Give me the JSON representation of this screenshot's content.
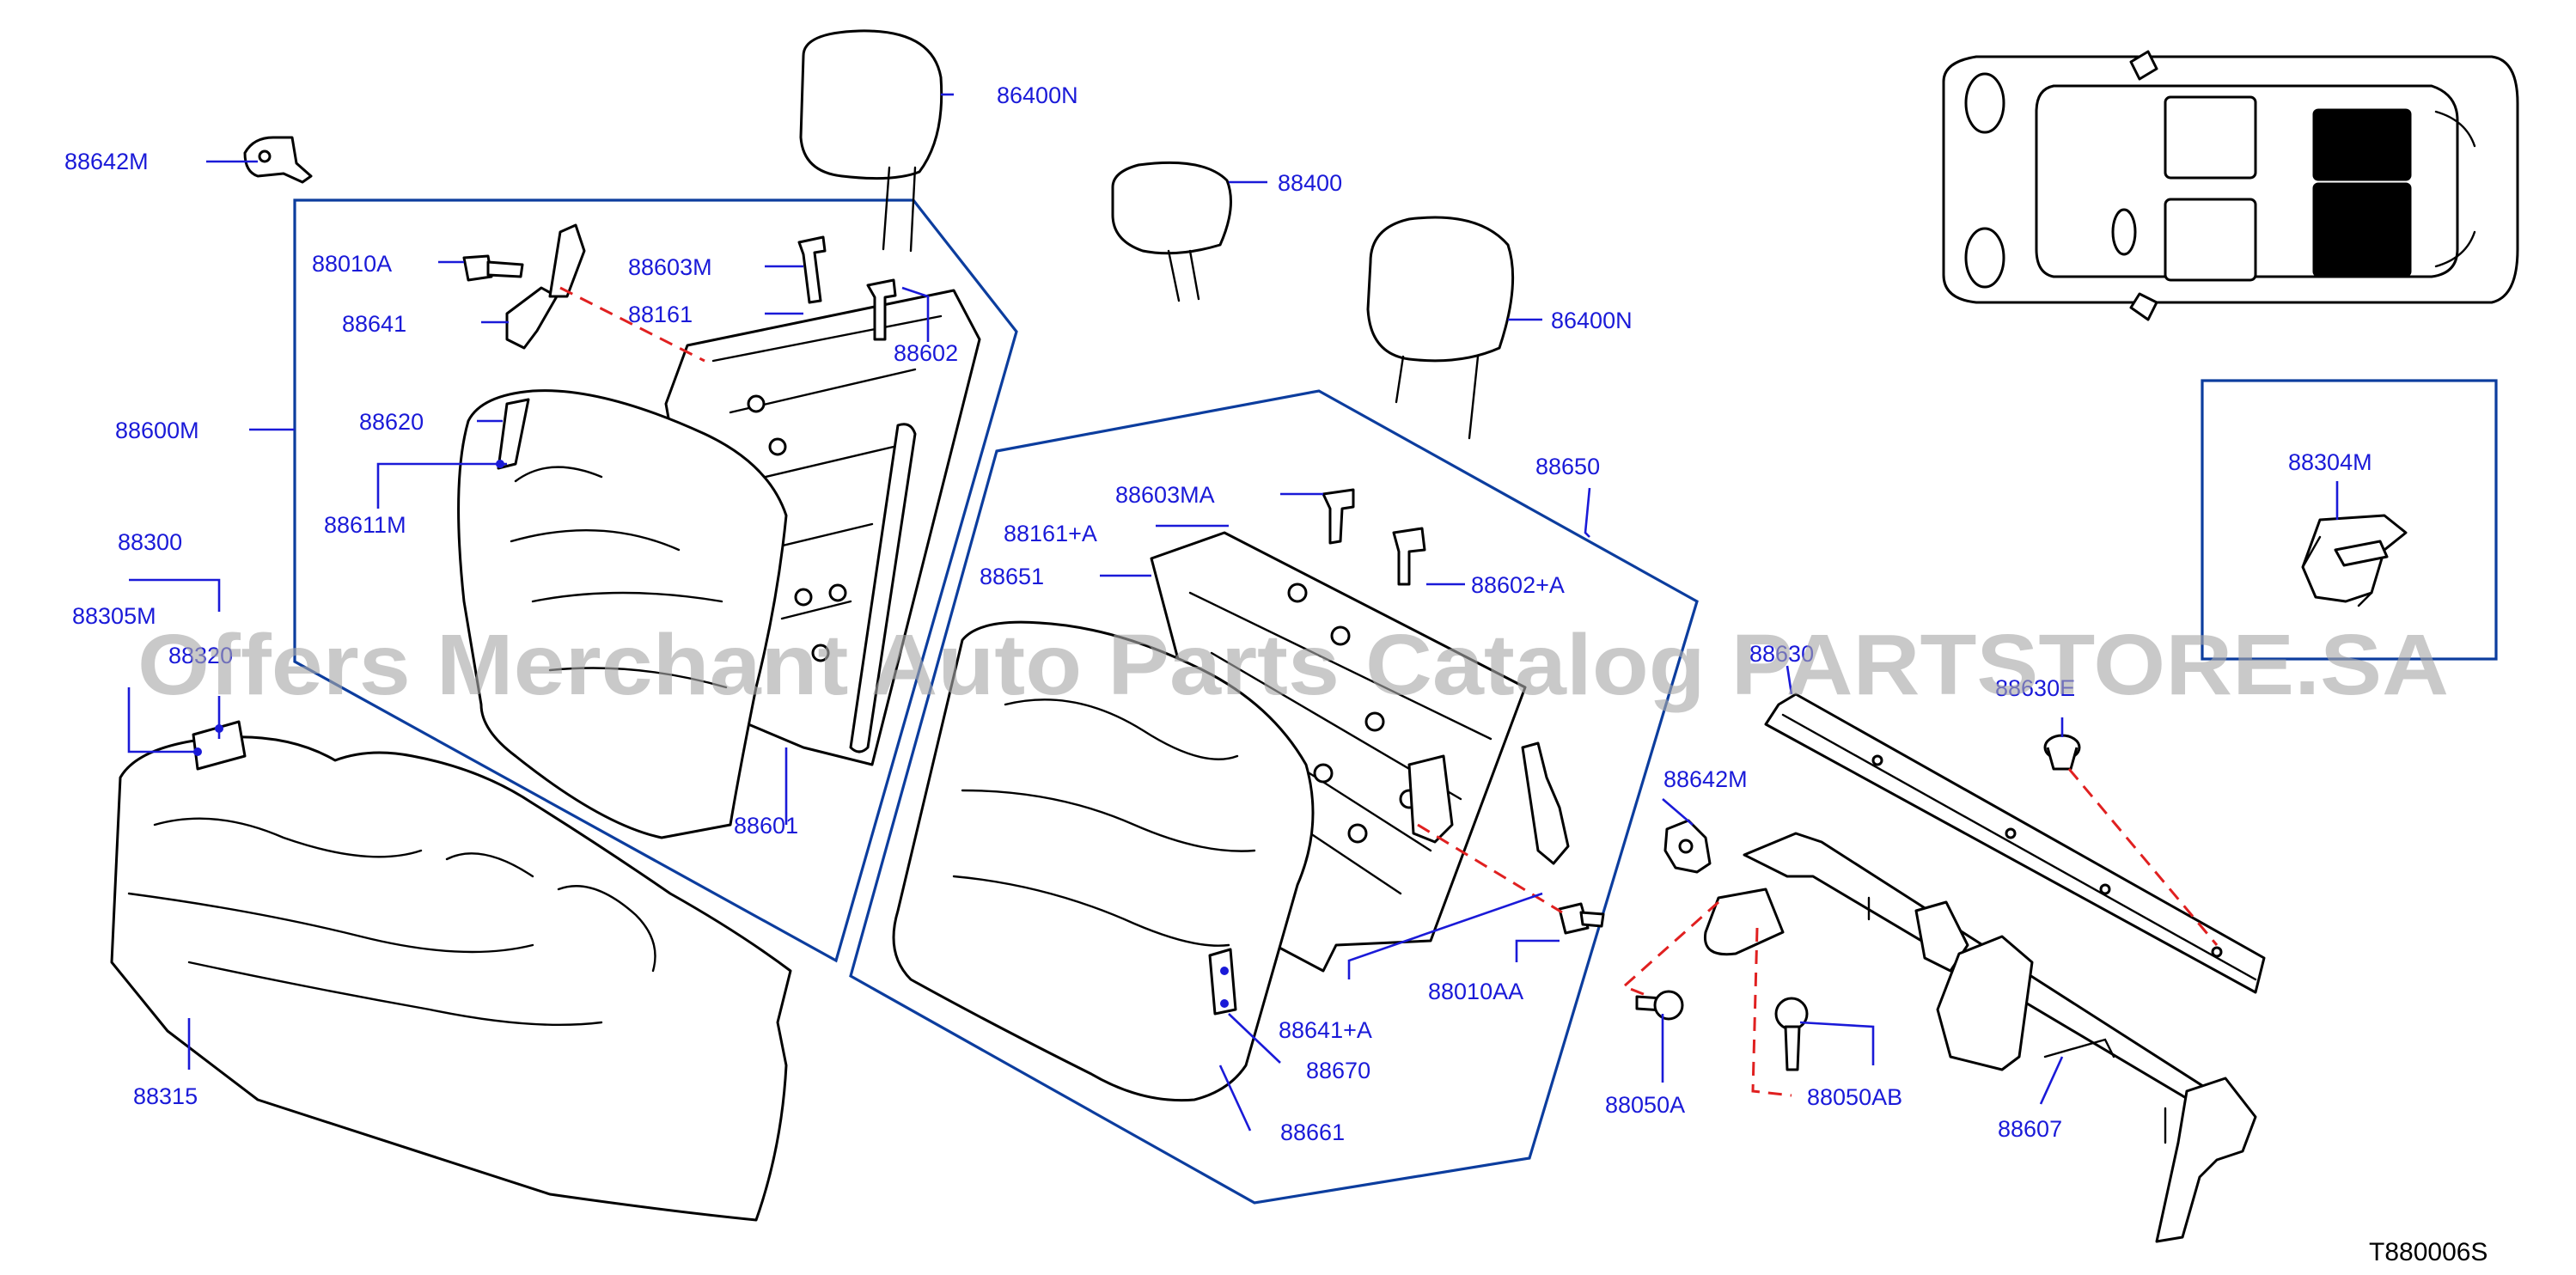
{
  "labels": {
    "p88642M_a": "88642M",
    "p86400N_a": "86400N",
    "p88400": "88400",
    "p86400N_b": "86400N",
    "p88010A": "88010A",
    "p88603M": "88603M",
    "p88161": "88161",
    "p88641": "88641",
    "p88602": "88602",
    "p88600M": "88600M",
    "p88620": "88620",
    "p88611M": "88611M",
    "p88300": "88300",
    "p88305M": "88305M",
    "p88320": "88320",
    "p88601": "88601",
    "p88315": "88315",
    "p88650": "88650",
    "p88603MA": "88603MA",
    "p88161A": "88161+A",
    "p88602A": "88602+A",
    "p88651": "88651",
    "p88641A": "88641+A",
    "p88670": "88670",
    "p88661": "88661",
    "p88010AA": "88010AA",
    "p88642M_b": "88642M",
    "p88050A": "88050A",
    "p88050AB": "88050AB",
    "p88630": "88630",
    "p88630E": "88630E",
    "p88607": "88607",
    "p88304M": "88304M"
  },
  "drawing_code": "T880006S",
  "watermark": "Offers Merchant Auto Parts Catalog PARTSTORE.SA"
}
